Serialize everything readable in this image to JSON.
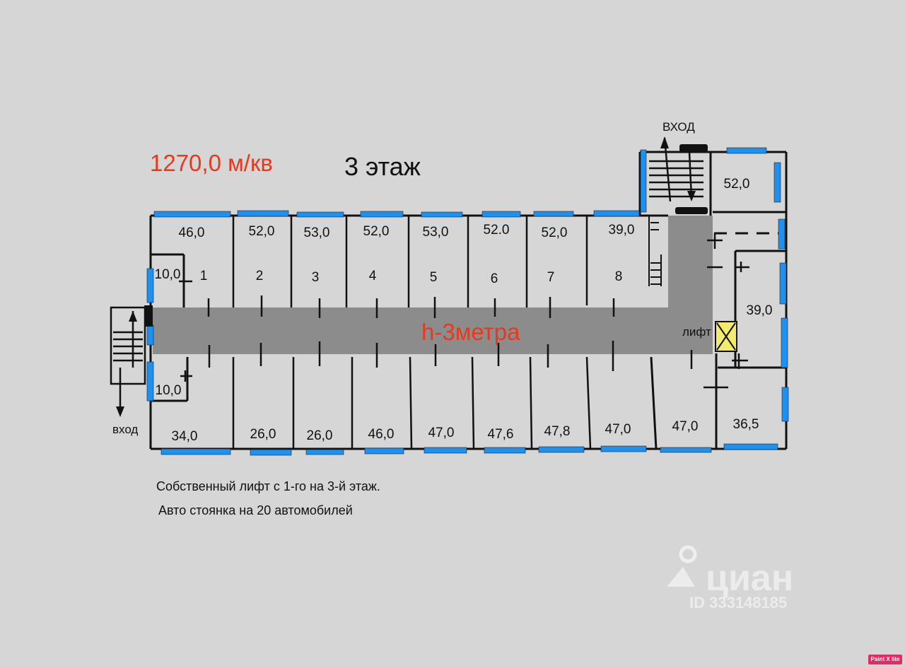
{
  "header": {
    "total_area": "1270,0 м/кв",
    "floor": "3 этаж"
  },
  "corridor": {
    "height_label": "h-3метра"
  },
  "entrances": {
    "top": "ВХОД",
    "left": "вход"
  },
  "lift_label": "лифт",
  "rooms_top": [
    {
      "number": "1",
      "area": "46,0"
    },
    {
      "number": "2",
      "area": "52,0"
    },
    {
      "number": "3",
      "area": "53,0"
    },
    {
      "number": "4",
      "area": "52,0"
    },
    {
      "number": "5",
      "area": "53,0"
    },
    {
      "number": "6",
      "area": "52.0"
    },
    {
      "number": "7",
      "area": "52,0"
    },
    {
      "number": "8",
      "area": "39,0"
    }
  ],
  "small_rooms": {
    "upper": "10,0",
    "lower": "10,0"
  },
  "rooms_right": {
    "top": "52,0",
    "middle": "39,0"
  },
  "rooms_bottom": [
    "34,0",
    "26,0",
    "26,0",
    "46,0",
    "47,0",
    "47,6",
    "47,8",
    "47,0",
    "47,0",
    "36,5"
  ],
  "notes": [
    "Собственный лифт  с 1-го на 3-й этаж.",
    "Авто стоянка на 20 автомобилей"
  ],
  "watermark": {
    "brand": "циан",
    "id": "ID 333148185"
  },
  "badge": "Paint X lite",
  "colors": {
    "window": "#1e90f0",
    "corridor": "#8a8a8a",
    "accent": "#e8391d",
    "lift": "#f3ec6a"
  }
}
